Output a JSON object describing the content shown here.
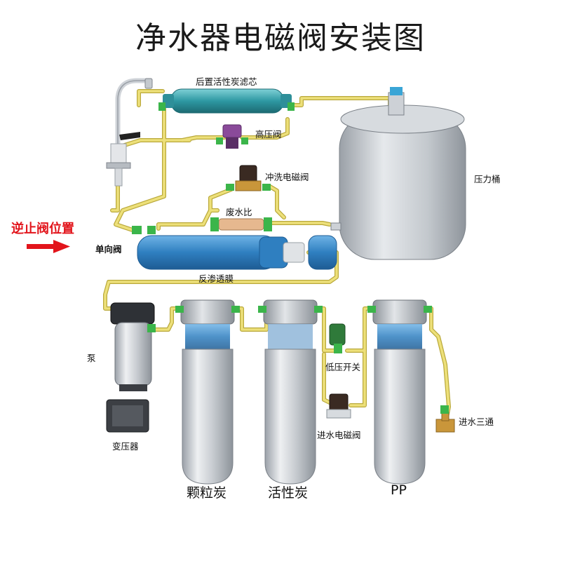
{
  "title": "净水器电磁阀安装图",
  "annotation": {
    "text": "逆止阀位置",
    "color": "#e2141b"
  },
  "labels": {
    "post_carbon_filter": "后置活性炭滤芯",
    "high_pressure_valve": "高压阀",
    "flush_solenoid_valve": "冲洗电磁阀",
    "pressure_tank": "压力桶",
    "waste_water_ratio": "废水比",
    "check_valve": "单向阀",
    "ro_membrane": "反渗透膜",
    "pump": "泵",
    "transformer": "变压器",
    "low_pressure_switch": "低压开关",
    "inlet_solenoid_valve": "进水电磁阀",
    "inlet_tee": "进水三通"
  },
  "filters": {
    "granular_carbon": "颗粒炭",
    "activated_carbon": "活性炭",
    "pp": "PP"
  },
  "colors": {
    "tube": "#e8d96a",
    "tube_edge": "#b9a83a",
    "fitting": "#3bb54a",
    "housing": "#c9ccd1",
    "housing_dark": "#9ea3aa",
    "membrane": "#2f86c6",
    "post_filter": "#3a9aa3",
    "tank": "#b7bcc2",
    "valve_purple": "#8a4a9a",
    "valve_dark": "#3a2a22",
    "brass": "#c9963a"
  }
}
